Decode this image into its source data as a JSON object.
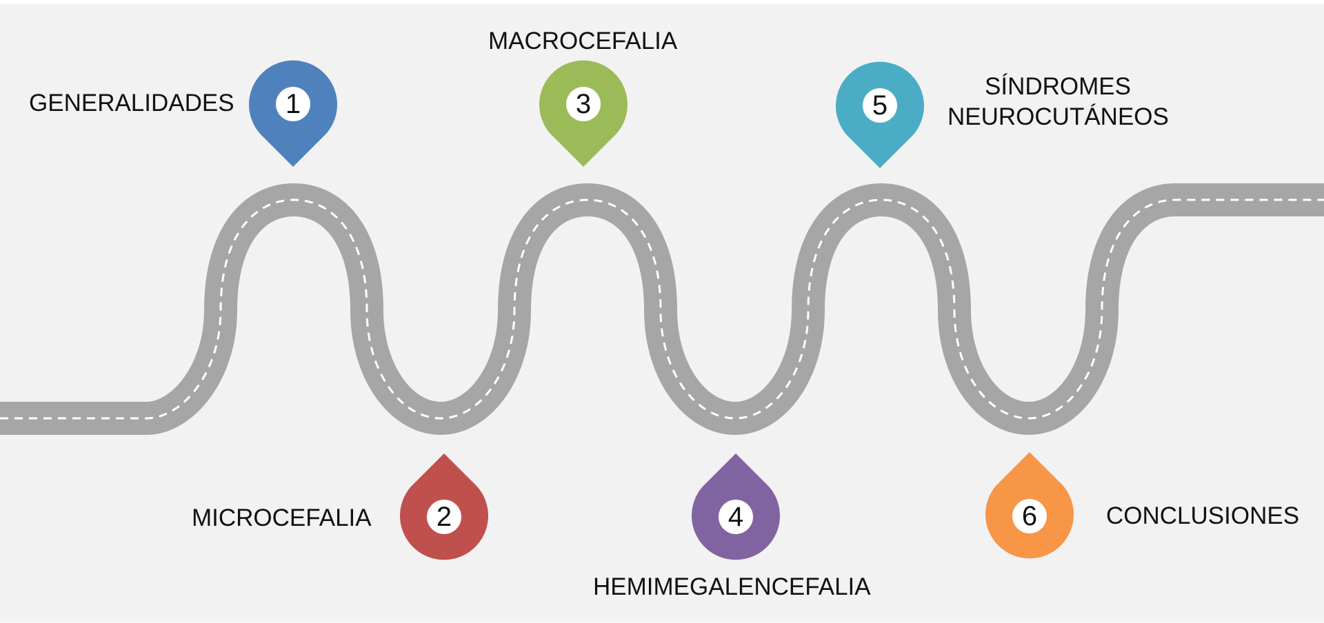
{
  "steps": [
    {
      "number": "1",
      "label": "GENERALIDADES",
      "color": "#4f81bd"
    },
    {
      "number": "2",
      "label": "MICROCEFALIA",
      "color": "#c0504d"
    },
    {
      "number": "3",
      "label": "MACROCEFALIA",
      "color": "#9bbb59"
    },
    {
      "number": "4",
      "label": "HEMIMEGALENCEFALIA",
      "color": "#8064a2"
    },
    {
      "number": "5",
      "label_line1": "SÍNDROMES",
      "label_line2": "NEUROCUTÁNEOS",
      "color": "#4bacc6"
    },
    {
      "number": "6",
      "label": "CONCLUSIONES",
      "color": "#f79646"
    }
  ],
  "road": {
    "color": "#a6a6a6",
    "dash_color": "#ffffff"
  },
  "background": "#f2f2f2"
}
